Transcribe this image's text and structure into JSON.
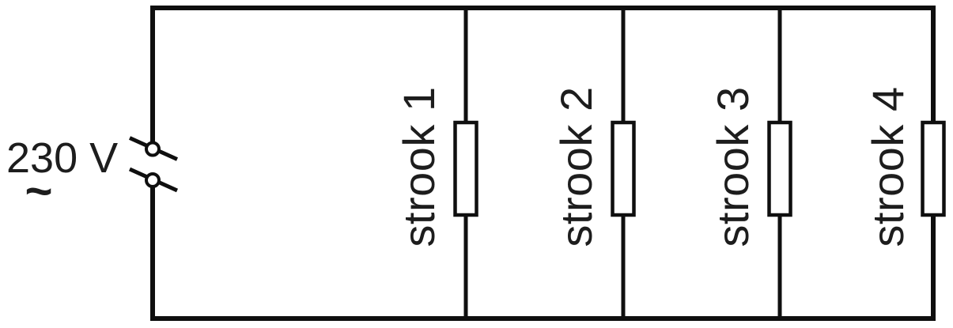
{
  "colors": {
    "line": "#0f0f0f",
    "text": "#1d1d1d",
    "background": "#ffffff",
    "resistor_fill": "#ffffff"
  },
  "diagram": {
    "type": "circuit-schematic",
    "source": {
      "voltage_label": "230 V",
      "ac_symbol": "~"
    },
    "branches": [
      {
        "label": "strook 1"
      },
      {
        "label": "strook 2"
      },
      {
        "label": "strook 3"
      },
      {
        "label": "strook 4"
      }
    ]
  }
}
